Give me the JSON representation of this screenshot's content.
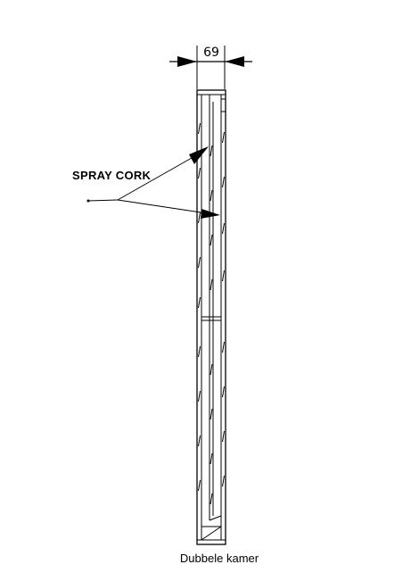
{
  "diagram": {
    "dimension_label": "69",
    "annotation_label": "SPRAY CORK",
    "caption": "Dubbele kamer"
  }
}
